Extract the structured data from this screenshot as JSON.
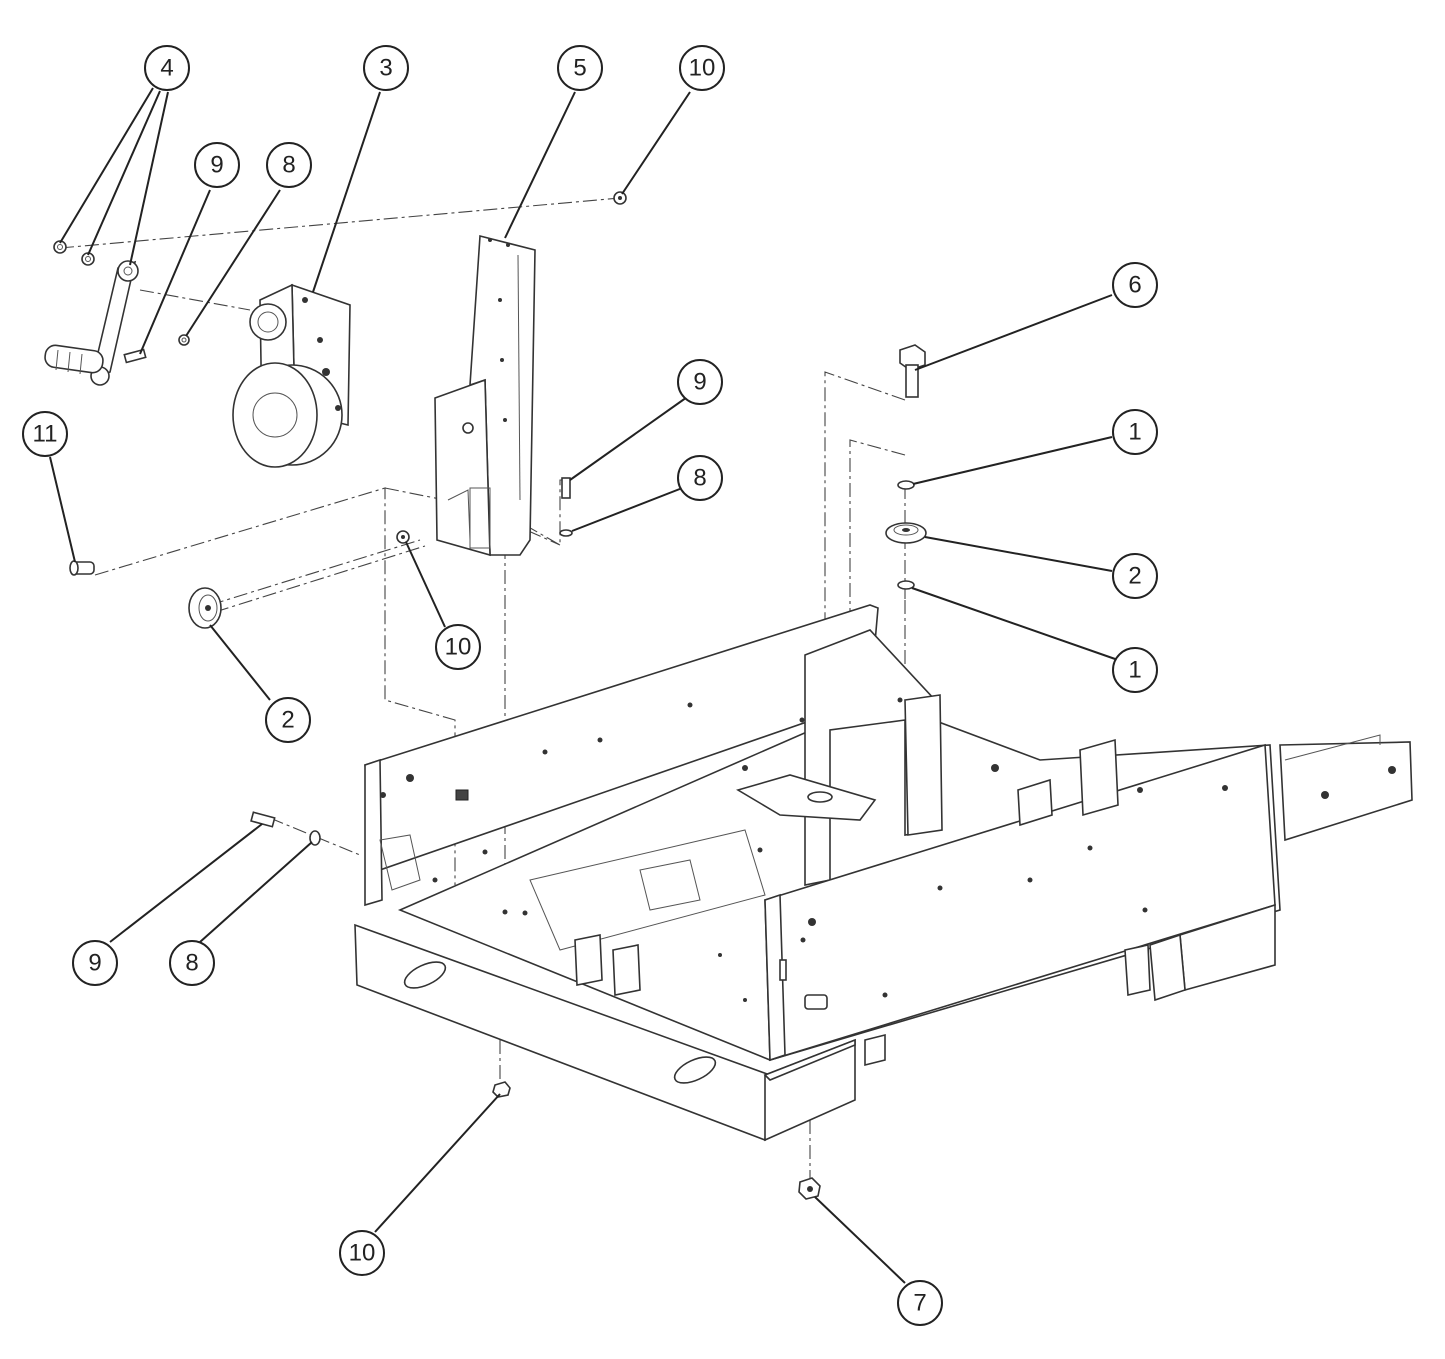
{
  "callouts": [
    {
      "id": "c4",
      "label": "4"
    },
    {
      "id": "c3",
      "label": "3"
    },
    {
      "id": "c5",
      "label": "5"
    },
    {
      "id": "c10a",
      "label": "10"
    },
    {
      "id": "c9a",
      "label": "9"
    },
    {
      "id": "c8a",
      "label": "8"
    },
    {
      "id": "c6",
      "label": "6"
    },
    {
      "id": "c1a",
      "label": "1"
    },
    {
      "id": "c9b",
      "label": "9"
    },
    {
      "id": "c8b",
      "label": "8"
    },
    {
      "id": "c2a",
      "label": "2"
    },
    {
      "id": "c11",
      "label": "11"
    },
    {
      "id": "c10b",
      "label": "10"
    },
    {
      "id": "c1b",
      "label": "1"
    },
    {
      "id": "c2b",
      "label": "2"
    },
    {
      "id": "c9c",
      "label": "9"
    },
    {
      "id": "c8c",
      "label": "8"
    },
    {
      "id": "c10c",
      "label": "10"
    },
    {
      "id": "c7",
      "label": "7"
    }
  ]
}
